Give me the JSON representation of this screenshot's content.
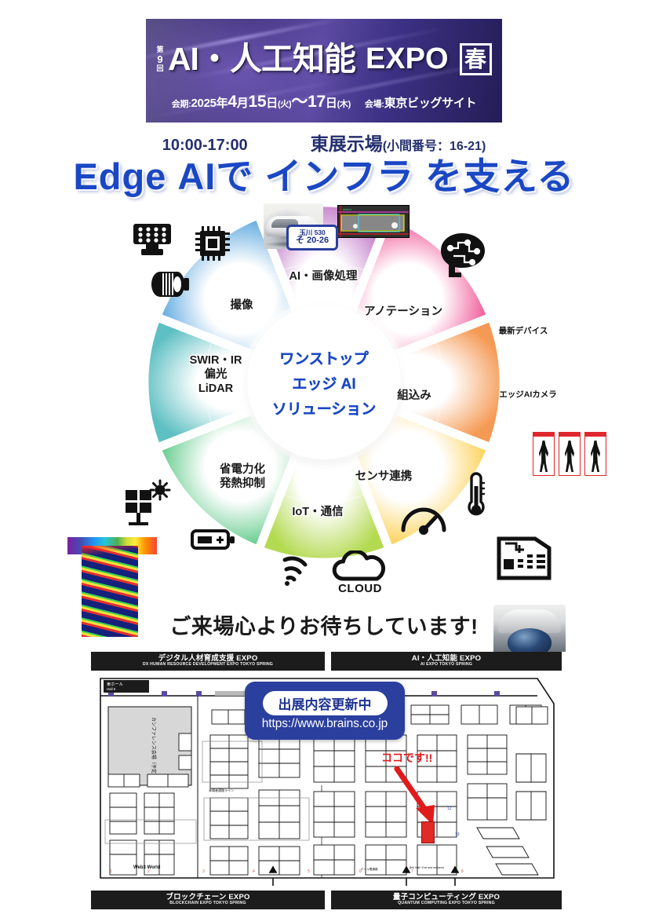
{
  "banner": {
    "edition_prefix": "第",
    "edition_number": "9",
    "edition_suffix": "回",
    "title_main": "AI・人工知能",
    "title_expo": "EXPO",
    "season_badge": "春",
    "date_label": "会期:",
    "date_text": "2025年",
    "date_month": "4",
    "date_month_unit": "月",
    "date_day_start": "15",
    "date_day_unit": "日",
    "date_day_start_dow": "(火)",
    "date_range_sep": "～",
    "date_day_end": "17",
    "date_day_end_dow": "(木)",
    "venue_label": "会場:",
    "venue_text": "東京ビッグサイト"
  },
  "subheader": {
    "time": "10:00-17:00",
    "hall": "東展示場",
    "booth": "(小間番号：16-21)"
  },
  "headline": {
    "part1": "Edge",
    "part2": "AI",
    "part3": "で",
    "part4": "インフラ",
    "part5": "を支える"
  },
  "wheel": {
    "hub_line1": "ワンストップ",
    "hub_line2": "エッジ AI",
    "hub_line3": "ソリューション",
    "segments": [
      {
        "label": "AI・画像処理",
        "color_from": "#f05fa0",
        "color_to": "#ef4d8e"
      },
      {
        "label": "アノテーション",
        "color_from": "#f7a46c",
        "color_to": "#f6b25c"
      },
      {
        "label": "組込み",
        "color_from": "#fbc94a",
        "color_to": "#f7d24c"
      },
      {
        "label": "センサ連携",
        "color_from": "#cde05a",
        "color_to": "#9ed16a"
      },
      {
        "label": "IoT・通信",
        "color_from": "#5ec97f",
        "color_to": "#58c98d"
      },
      {
        "label": "省電力化\n発熱抑制",
        "label_line1": "省電力化",
        "label_line2": "発熱抑制",
        "color_from": "#6ec7c1",
        "color_to": "#62c3c9"
      },
      {
        "label": "SWIR・IR\n偏光\nLiDAR",
        "label_line1": "SWIR・IR",
        "label_line2": "偏光",
        "label_line3": "LiDAR",
        "color_from": "#59a7dd",
        "color_to": "#6eb4e3"
      },
      {
        "label": "撮像",
        "color_from": "#9d8fd4",
        "color_to": "#c87fc8"
      }
    ],
    "mini_captions": [
      {
        "text": "最新デバイス"
      },
      {
        "text": "エッジAIカメラ"
      },
      {
        "text": "CLOUD"
      }
    ],
    "license_plate": {
      "line1_place": "玉川",
      "line1_code": "530",
      "line2_kana": "そ",
      "line2_num": "20-26"
    },
    "icons": [
      {
        "name": "led-light-icon"
      },
      {
        "name": "cpu-chip-icon"
      },
      {
        "name": "camera-lens-icon"
      },
      {
        "name": "ai-brain-chip-icon"
      },
      {
        "name": "person-detection-icon"
      },
      {
        "name": "embedded-board-icon"
      },
      {
        "name": "dome-camera-icon"
      },
      {
        "name": "thermometer-icon"
      },
      {
        "name": "gauge-icon"
      },
      {
        "name": "cloud-icon"
      },
      {
        "name": "wifi-icon"
      },
      {
        "name": "battery-icon"
      },
      {
        "name": "solar-panel-icon"
      },
      {
        "name": "thermal-image-icon"
      }
    ]
  },
  "welcome": "ご来場心よりお待ちしています!",
  "map": {
    "bands": [
      {
        "jp": "デジタル人材育成支援 EXPO",
        "en": "DX HUMAN RESOURCE DEVELOPMENT EXPO TOKYO SPRING"
      },
      {
        "jp": "AI・人工知能 EXPO",
        "en": "AI EXPO TOKYO SPRING"
      },
      {
        "jp": "ブロックチェーン EXPO",
        "en": "BLOCKCHAIN EXPO TOKYO SPRING"
      },
      {
        "jp": "量子コンピューティング EXPO",
        "en": "QUANTUM COMPUTING EXPO TOKYO SPRING"
      }
    ],
    "callout_title": "出展内容更新中",
    "callout_url": "https://www.brains.co.jp",
    "here_label": "ココです!!",
    "hall_note": "東ホール",
    "conference_room": "カンファレンス会場（予定）",
    "web3_label": "Web3 World"
  },
  "colors": {
    "brand_blue": "#1a47c4",
    "navy": "#242f6e",
    "callout_blue": "#2b3f9e",
    "accent_red": "#e01b1b"
  }
}
